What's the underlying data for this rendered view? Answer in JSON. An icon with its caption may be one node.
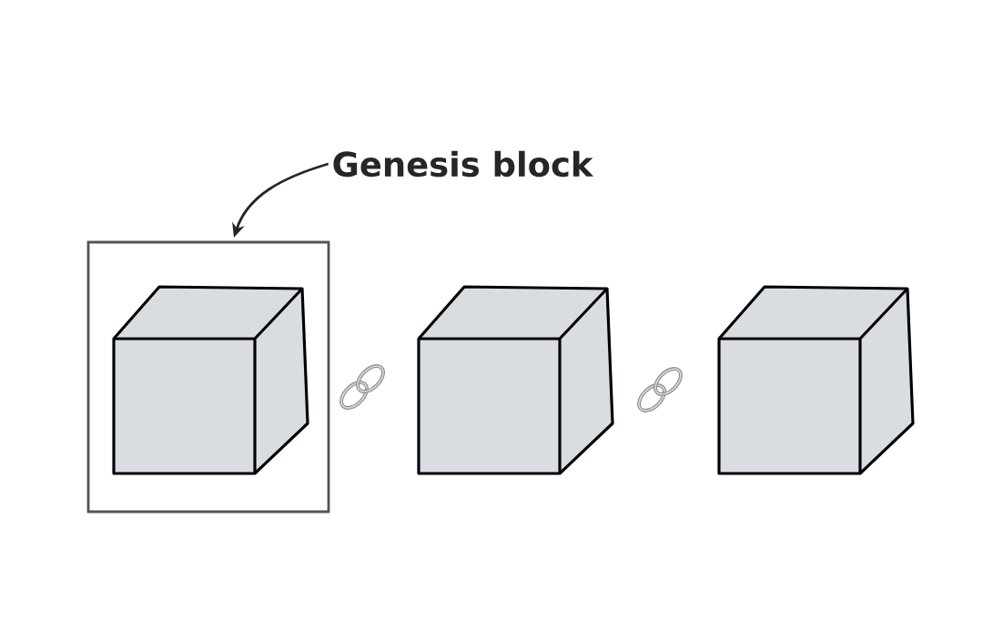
{
  "diagram": {
    "nodes": [
      {
        "text": [
          "Genesis block"
        ]
      },
      {
        "text": [],
        "shape": "box"
      },
      {
        "text": [],
        "shape": "cube",
        "in": 1
      },
      {
        "text": [],
        "shape": "cube"
      },
      {
        "text": [],
        "shape": "cube"
      }
    ],
    "edges": [
      {
        "from": 0,
        "to": 1,
        "arrow": "to"
      }
    ]
  }
}
